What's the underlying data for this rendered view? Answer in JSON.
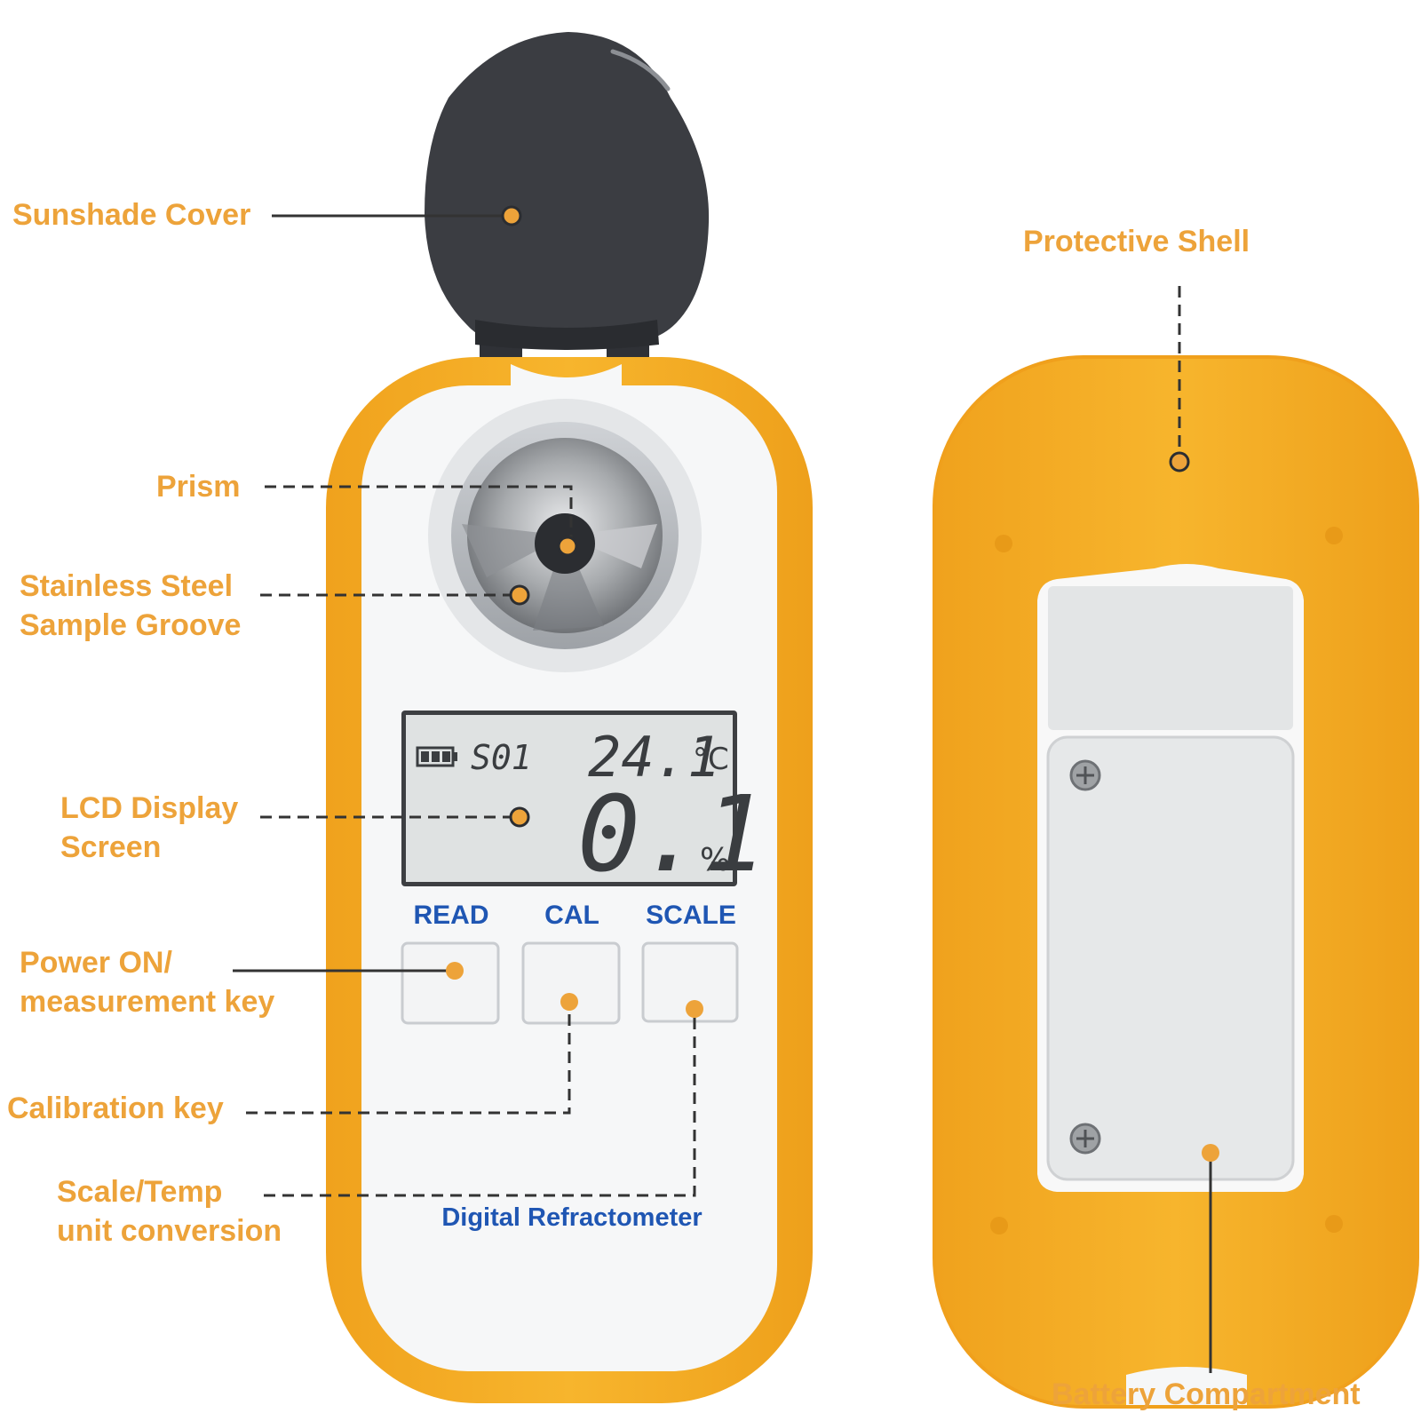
{
  "colors": {
    "accent": "#eda33a",
    "shell_yellow": "#f5ad24",
    "device_white": "#f6f7f8",
    "cover_dark": "#3b3d42",
    "lcd_bg": "#dfe2e2",
    "lcd_segments": "#3a3d40",
    "device_text_blue": "#1f56b3",
    "leader_line": "#333333"
  },
  "labels": {
    "sunshade_cover": "Sunshade Cover",
    "protective_shell": "Protective Shell",
    "prism": "Prism",
    "stainless_line1": "Stainless Steel",
    "stainless_line2": "Sample Groove",
    "lcd_line1": "LCD Display",
    "lcd_line2": "Screen",
    "power_line1": "Power ON/",
    "power_line2": "measurement key",
    "calibration_key": "Calibration key",
    "scale_line1": "Scale/Temp",
    "scale_line2": "unit conversion",
    "battery_compartment": "Battery Compartment"
  },
  "device": {
    "button_labels": [
      "READ",
      "CAL",
      "SCALE"
    ],
    "brand_text": "Digital Refractometer",
    "lcd": {
      "program": "S01",
      "temperature": "24.1",
      "temp_unit": "°C",
      "reading": "0.1",
      "reading_unit": "%"
    }
  }
}
